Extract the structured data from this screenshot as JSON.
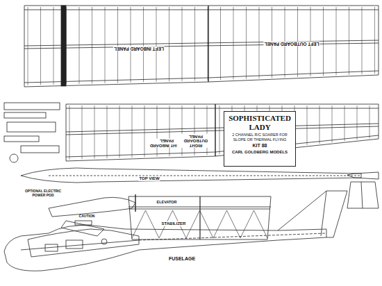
{
  "diagram": {
    "nodes": [
      {
        "text": [
          "SOPHISTICATED LADY",
          "2 CHANNEL R/C SOARER FOR SLOPE OR THERMAL FLYING",
          "KIT 88",
          "CARL GOLDBERG MODELS"
        ]
      }
    ],
    "labels": [
      "LEFT INBOARD PANEL",
      "LEFT OUTBOARD PANEL",
      "RIGHT INBOARD PANEL",
      "RIGHT OUTBOARD PANEL",
      "TOP VIEW",
      "OPTIONAL ELECTRIC POWER POD",
      "CAUTION",
      "ELEVATOR",
      "STABILIZER",
      "FUSELAGE"
    ]
  }
}
